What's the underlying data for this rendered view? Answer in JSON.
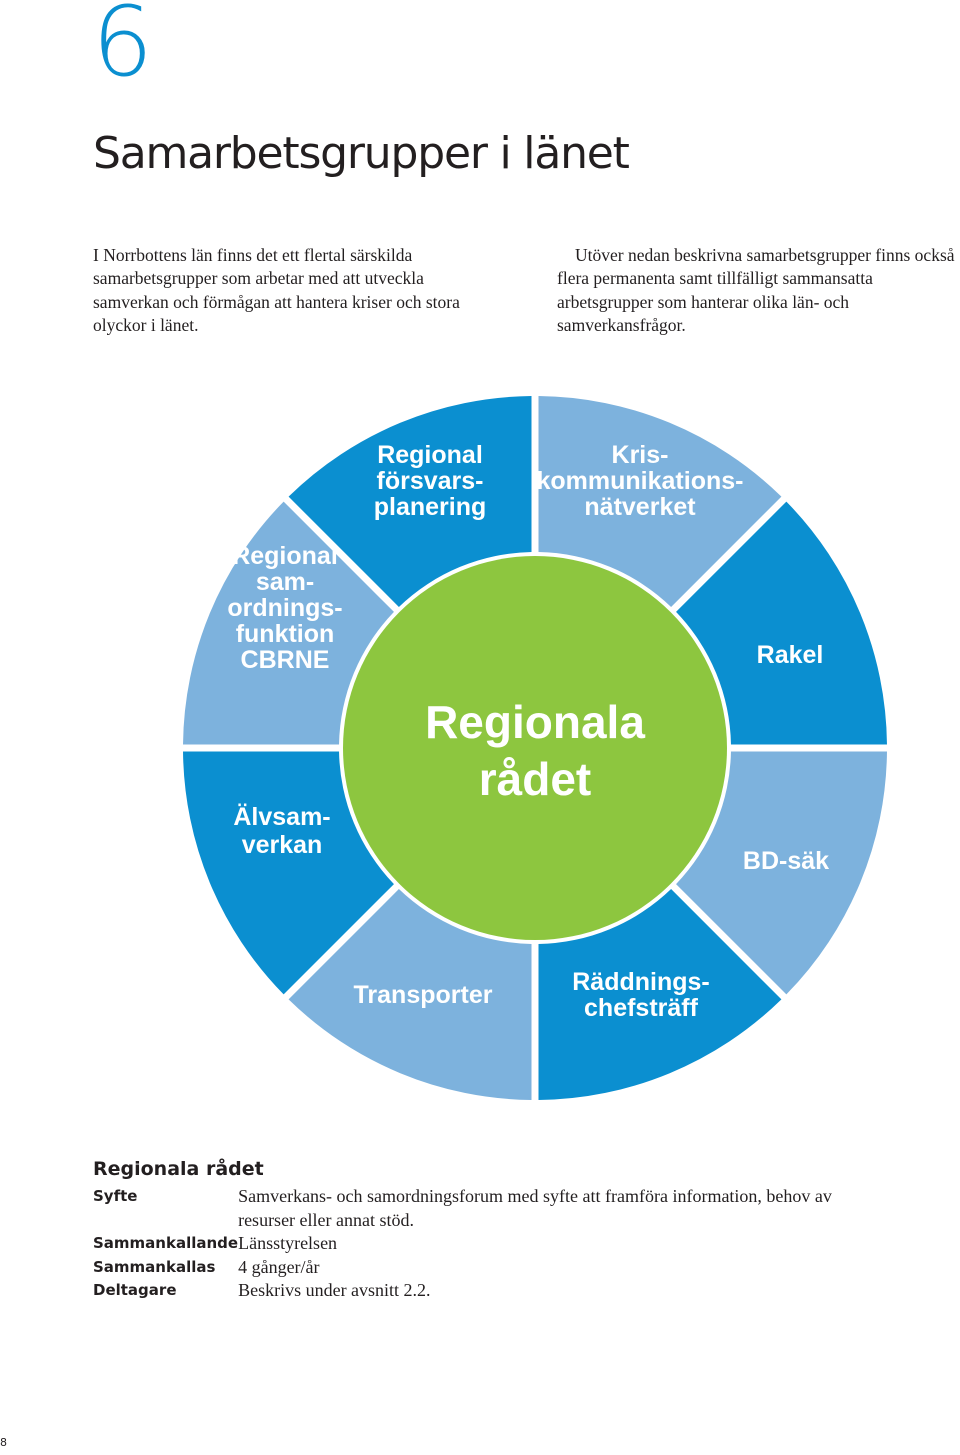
{
  "chapter": {
    "number": "6",
    "title": "Samarbetsgrupper i länet"
  },
  "intro": {
    "left": "I Norrbottens län finns det ett flertal särskilda samarbetsgrupper som arbetar med att utveckla samverkan och förmågan att hantera kriser och stora olyckor i länet.",
    "right": "Utöver nedan beskrivna samarbetsgrupper finns också flera permanenta samt tillfälligt sammansatta arbetsgrupper som hanterar olika län- och samverkansfrågor."
  },
  "diagram": {
    "center": {
      "lines": [
        "Regionala",
        "rådet"
      ],
      "color": "#8dc63f"
    },
    "colors": {
      "dark": "#0b8fd0",
      "light": "#7db2dd"
    },
    "segments": [
      {
        "lines": [
          "Regional",
          "försvars-",
          "planering"
        ],
        "shade": "dark"
      },
      {
        "lines": [
          "Kris-",
          "kommunikations-",
          "nätverket"
        ],
        "shade": "light"
      },
      {
        "lines": [
          "Rakel"
        ],
        "shade": "dark"
      },
      {
        "lines": [
          "BD-säk"
        ],
        "shade": "light"
      },
      {
        "lines": [
          "Räddnings-",
          "chefsträff"
        ],
        "shade": "dark"
      },
      {
        "lines": [
          "Transporter"
        ],
        "shade": "light"
      },
      {
        "lines": [
          "Älvsam-",
          "verkan"
        ],
        "shade": "dark"
      },
      {
        "lines": [
          "Regional",
          "sam-",
          "ordnings-",
          "funktion",
          "CBRNE"
        ],
        "shade": "light"
      }
    ]
  },
  "details": {
    "heading": "Regionala rådet",
    "rows": [
      {
        "key": "Syfte",
        "value": "Samverkans- och samordningsforum med syfte att framföra information, behov av resurser eller annat stöd."
      },
      {
        "key": "Sammankallande",
        "value": "Länsstyrelsen"
      },
      {
        "key": "Sammankallas",
        "value": "4 gånger/år"
      },
      {
        "key": "Deltagare",
        "value": "Beskrivs under avsnitt 2.2."
      }
    ]
  },
  "page_number": "8"
}
